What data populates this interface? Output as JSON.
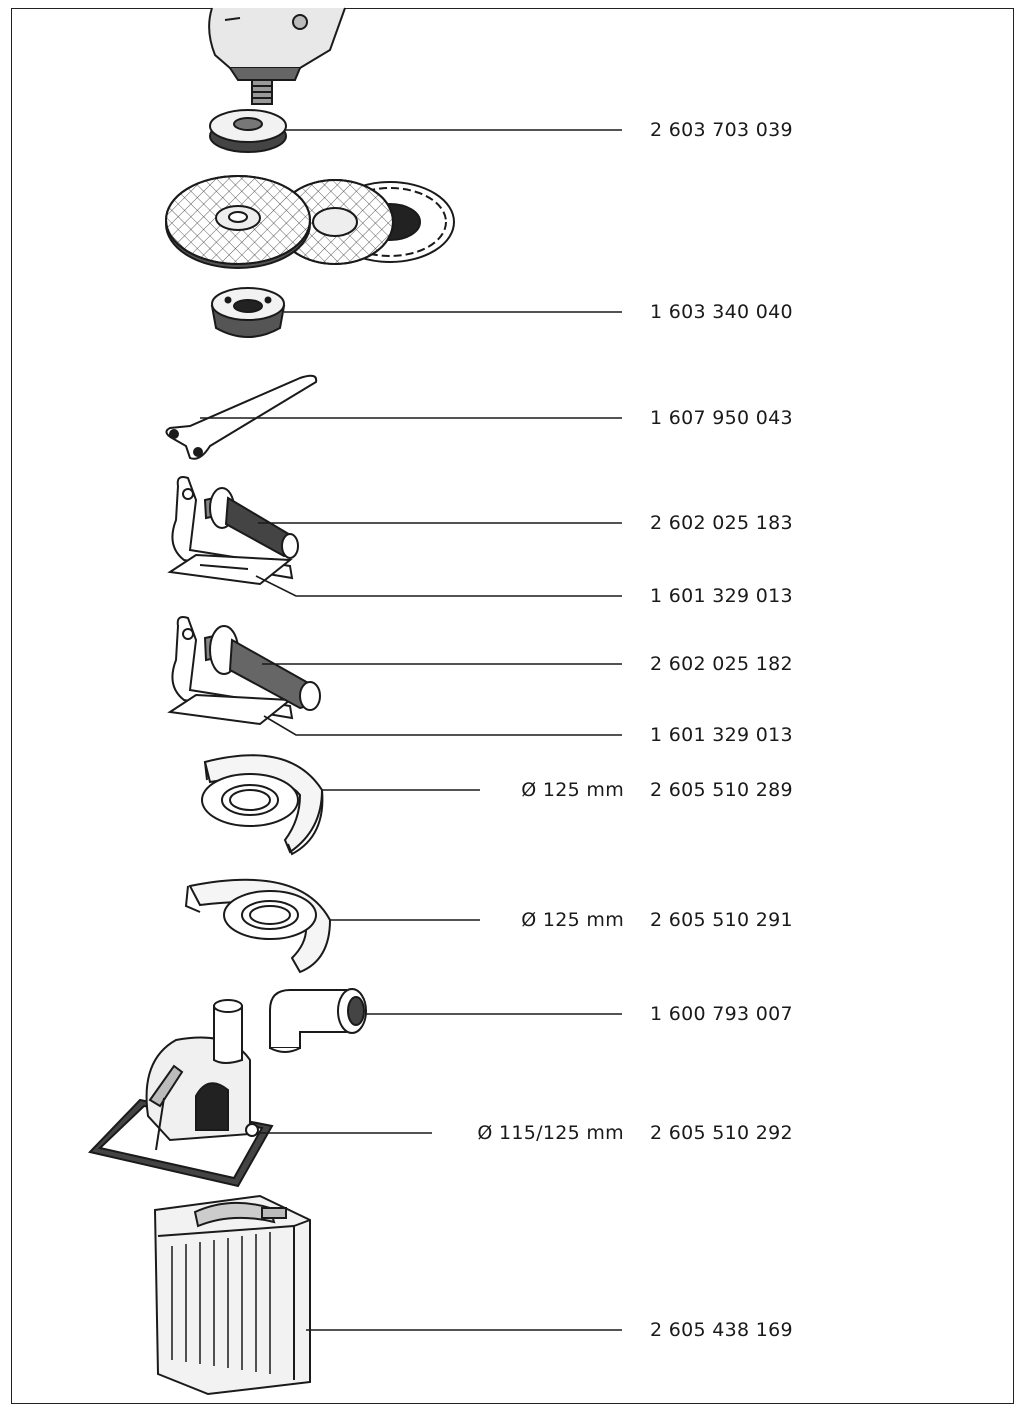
{
  "colors": {
    "ink": "#1a1a1a",
    "paper": "#ffffff",
    "shade": "#555555"
  },
  "parts": [
    {
      "name": "flange",
      "part_number": "2 603 703 039",
      "diameter": ""
    },
    {
      "name": "disc-set",
      "part_number": "",
      "diameter": ""
    },
    {
      "name": "clamping-nut",
      "part_number": "1 603 340 040",
      "diameter": ""
    },
    {
      "name": "two-pin-spanner",
      "part_number": "1 607 950 043",
      "diameter": ""
    },
    {
      "name": "auxiliary-handle",
      "part_number": "2 602 025 183",
      "diameter": ""
    },
    {
      "name": "hand-guard",
      "part_number": "1 601 329 013",
      "diameter": ""
    },
    {
      "name": "vibration-control-handle",
      "part_number": "2 602 025 182",
      "diameter": ""
    },
    {
      "name": "hand-guard-2",
      "part_number": "1 601 329 013",
      "diameter": ""
    },
    {
      "name": "grinding-guard",
      "part_number": "2 605 510 289",
      "diameter": "Ø 125 mm"
    },
    {
      "name": "cutting-guard",
      "part_number": "2 605 510 291",
      "diameter": "Ø 125 mm"
    },
    {
      "name": "suction-adapter",
      "part_number": "1 600 793 007",
      "diameter": ""
    },
    {
      "name": "cutting-guide-hood",
      "part_number": "2 605 510 292",
      "diameter": "Ø 115/125 mm"
    },
    {
      "name": "carrying-case",
      "part_number": "2 605 438 169",
      "diameter": ""
    }
  ]
}
